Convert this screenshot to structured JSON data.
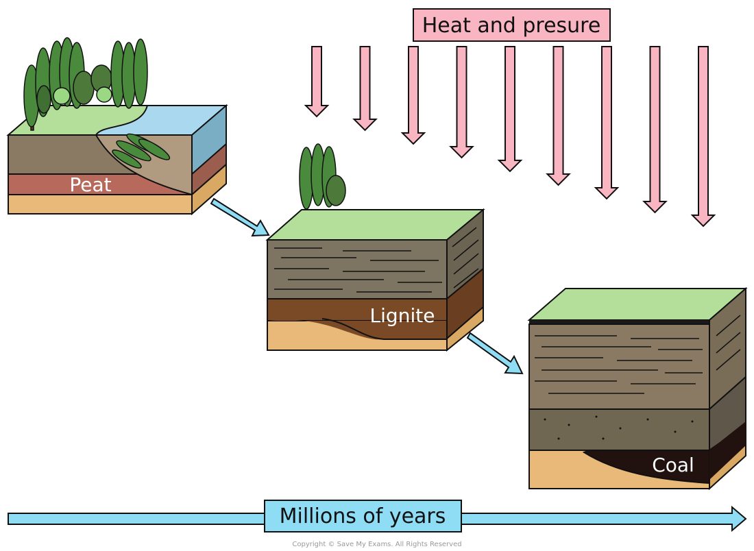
{
  "labels": {
    "heat_pressure": "Heat and presure",
    "peat": "Peat",
    "lignite": "Lignite",
    "coal": "Coal",
    "timeline": "Millions of years",
    "copyright": "Copyright © Save My Exams. All Rights Reserved"
  },
  "pressure_arrows": {
    "count": 9
  },
  "colors": {
    "arrow_pink": "#f9b6c2",
    "arrow_blue": "#8fdcf5",
    "grass": "#b4df9a",
    "water": "#a9d8ef",
    "sand": "#e9b97a",
    "peat_layer": "#b76a5c",
    "soil": "#8a7a63",
    "lignite_layer": "#7a4a26",
    "coal_layer": "#21110f",
    "rock": "#6f6752",
    "tree": "#4a8a3c",
    "tree_light": "#9bd883"
  }
}
